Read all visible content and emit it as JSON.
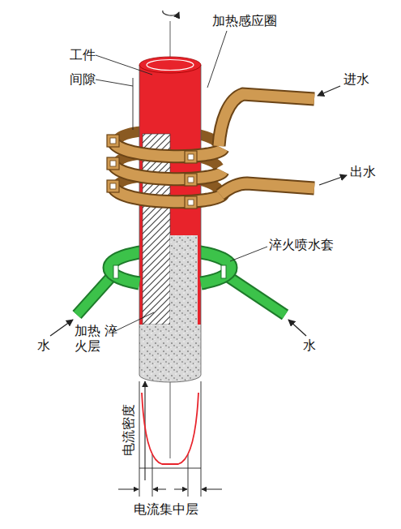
{
  "diagram": {
    "labels": [
      "工件",
      "间隙",
      "加热感应圈",
      "进水",
      "出水",
      "淬火喷水套",
      "水",
      "水",
      "加热 淬火层",
      "电流密度",
      "电流集中层"
    ]
  }
}
